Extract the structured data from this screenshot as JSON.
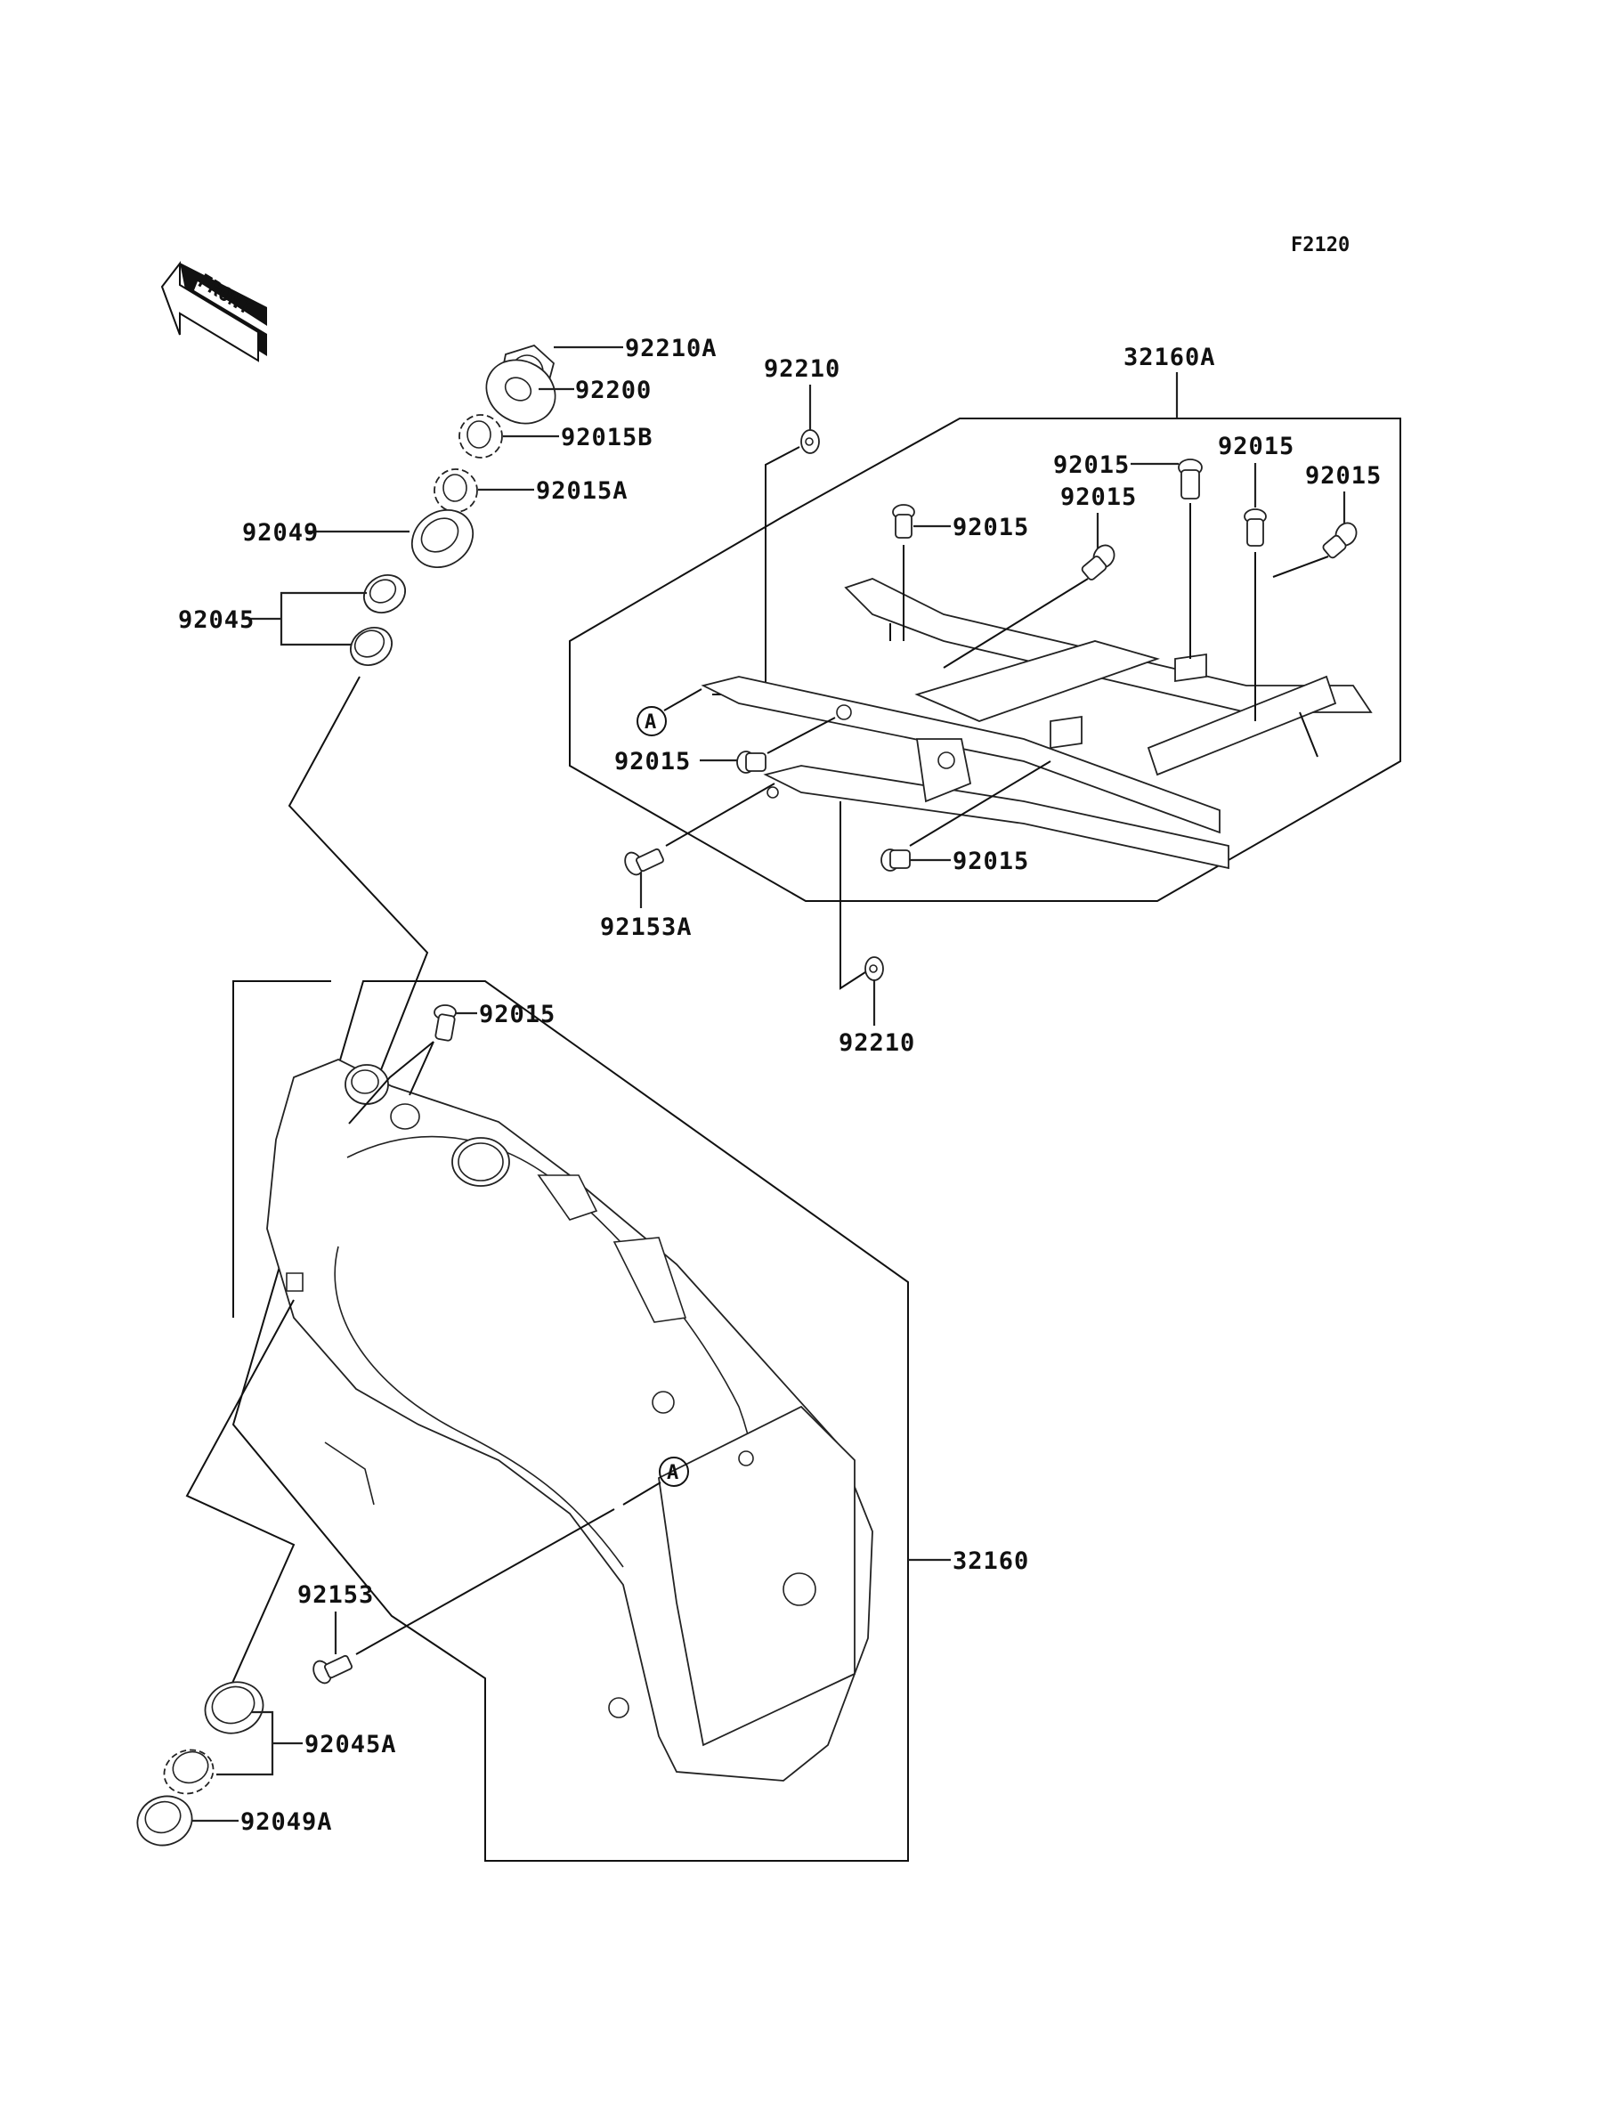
{
  "diagram": {
    "code": "F2120",
    "front_arrow_text": "FRONT",
    "reference_marker": "A",
    "parts": {
      "p92210A": "92210A",
      "p92200": "92200",
      "p92015B": "92015B",
      "p92015A": "92015A",
      "p92049": "92049",
      "p92045": "92045",
      "p92210_top": "92210",
      "p32160A": "32160A",
      "p92015_a": "92015",
      "p92015_b": "92015",
      "p92015_c": "92015",
      "p92015_d": "92015",
      "p92015_e": "92015",
      "p92015_f": "92015",
      "p92015_g": "92015",
      "p92153A": "92153A",
      "p92210_bottom": "92210",
      "p92015_frame": "92015",
      "p32160": "32160",
      "p92153": "92153",
      "p92045A": "92045A",
      "p92049A": "92049A"
    }
  }
}
